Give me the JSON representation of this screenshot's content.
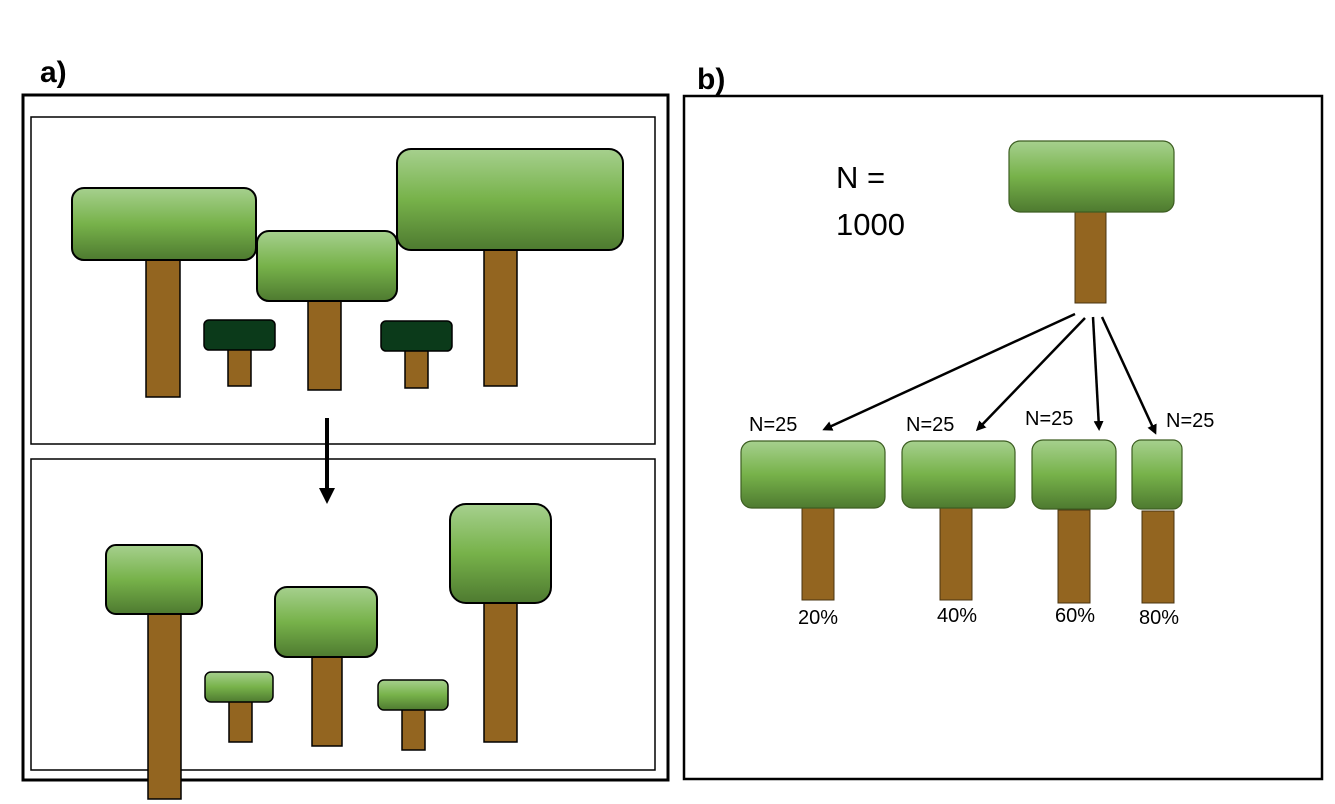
{
  "panels": {
    "a": {
      "label": "a)"
    },
    "b": {
      "label": "b)",
      "population_label_line1": "N =",
      "population_label_line2": "1000",
      "samples": [
        {
          "n_label": "N=25",
          "percent_label": "20%"
        },
        {
          "n_label": "N=25",
          "percent_label": "40%"
        },
        {
          "n_label": "N=25",
          "percent_label": "60%"
        },
        {
          "n_label": "N=25",
          "percent_label": "80%"
        }
      ]
    }
  },
  "colors": {
    "canopy_light": "#a6d08e",
    "canopy_mid": "#77b24a",
    "canopy_dark": "#4e7a30",
    "understory": "#0b3a1a",
    "trunk": "#936520",
    "outline": "#000000",
    "outline_b": "#3d5e22"
  }
}
